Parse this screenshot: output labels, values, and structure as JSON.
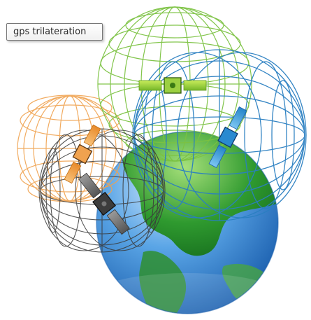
{
  "tooltip": {
    "text": "gps trilateration"
  },
  "colors": {
    "sphere_green": "#7cc242",
    "sphere_blue": "#2a7fc1",
    "sphere_orange": "#f0a24f",
    "sphere_dark": "#3a3a3a",
    "ocean": "#3f8fd6",
    "land": "#2f9a2f"
  },
  "icons": [
    "earth-globe",
    "satellite-green",
    "satellite-blue",
    "satellite-orange",
    "satellite-dark"
  ]
}
